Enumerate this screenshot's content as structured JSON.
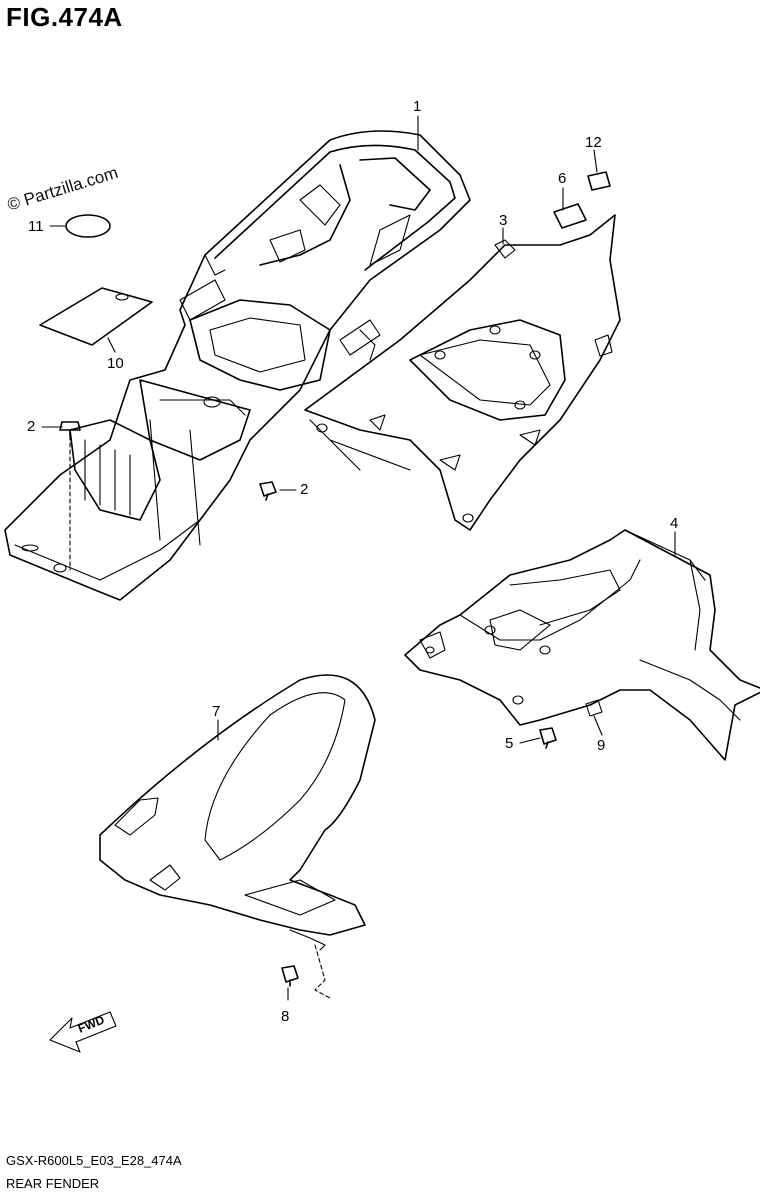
{
  "figure": {
    "title": "FIG.474A",
    "watermark": "© Partzilla.com"
  },
  "callouts": [
    {
      "id": "c1",
      "label": "1"
    },
    {
      "id": "c2a",
      "label": "2"
    },
    {
      "id": "c2b",
      "label": "2"
    },
    {
      "id": "c3",
      "label": "3"
    },
    {
      "id": "c4",
      "label": "4"
    },
    {
      "id": "c5",
      "label": "5"
    },
    {
      "id": "c6",
      "label": "6"
    },
    {
      "id": "c7",
      "label": "7"
    },
    {
      "id": "c8",
      "label": "8"
    },
    {
      "id": "c9",
      "label": "9"
    },
    {
      "id": "c10",
      "label": "10"
    },
    {
      "id": "c11",
      "label": "11"
    },
    {
      "id": "c12",
      "label": "12"
    }
  ],
  "direction_arrow": {
    "label": "FWD"
  },
  "footer": {
    "code": "GSX-R600L5_E03_E28_474A",
    "name": "REAR FENDER"
  }
}
